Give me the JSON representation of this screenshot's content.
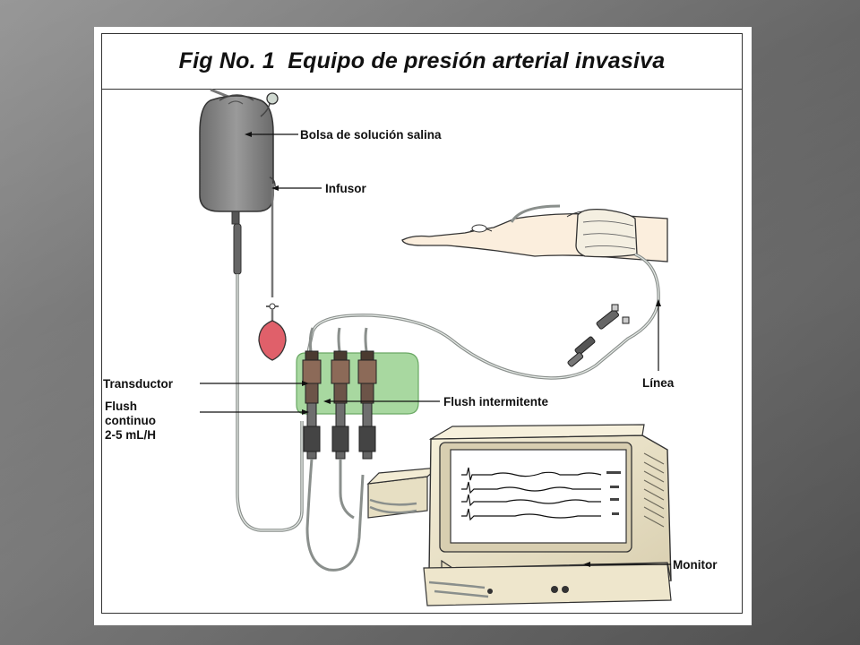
{
  "figure": {
    "title": "Fig No. 1  Equipo de presión arterial invasiva"
  },
  "labels": {
    "saline_bag": "Bolsa de solución salina",
    "infusor": "Infusor",
    "transducer": "Transductor",
    "flush_continuous_line1": "Flush",
    "flush_continuous_line2": "continuo",
    "flush_continuous_line3": "2-5 mL/H",
    "flush_intermittent": "Flush intermitente",
    "line": "Línea",
    "monitor": "Monitor"
  },
  "colors": {
    "panel_bg": "#ffffff",
    "bag": "#8a8a8a",
    "bulb": "#e0606a",
    "manifold": "#a8d8a0",
    "monitor_body": "#efe7cc"
  }
}
